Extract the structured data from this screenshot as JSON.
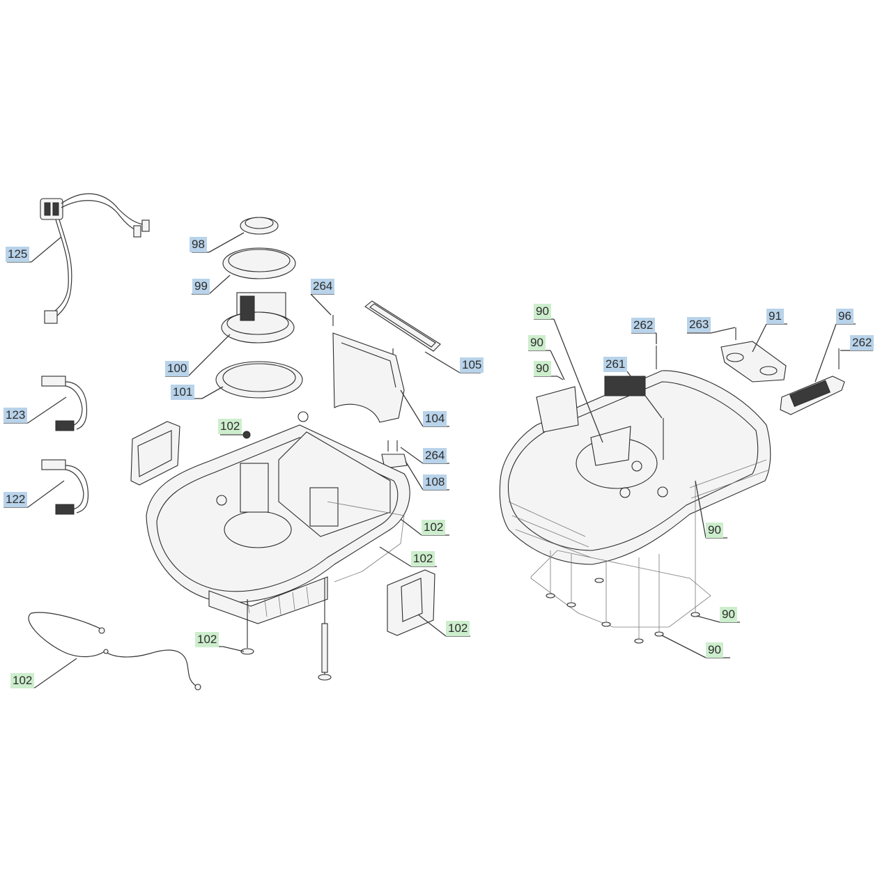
{
  "accent_colors": {
    "callout_blue": "#b8d3ea",
    "callout_green": "#cdeecd",
    "line": "#3a3a3a"
  },
  "callouts": {
    "p125": "125",
    "p98": "98",
    "p99": "99",
    "p264a": "264",
    "p105": "105",
    "p100": "100",
    "p101": "101",
    "p104": "104",
    "p102_ring": "102",
    "p264b": "264",
    "p123": "123",
    "p108": "108",
    "p102_a": "102",
    "p122": "122",
    "p102_b": "102",
    "p102_c": "102",
    "p102_bolt": "102",
    "p102_wire": "102",
    "p90_a": "90",
    "p90_b": "90",
    "p90_c": "90",
    "p262_a": "262",
    "p263": "263",
    "p91": "91",
    "p96": "96",
    "p262_b": "262",
    "p261": "261",
    "p90_d": "90",
    "p90_e": "90",
    "p90_f": "90"
  },
  "icons": [
    "wire-harness-icon",
    "motor-assembly-icon",
    "housing-icon",
    "cover-icon",
    "screw-icon",
    "connector-cable-icon"
  ]
}
